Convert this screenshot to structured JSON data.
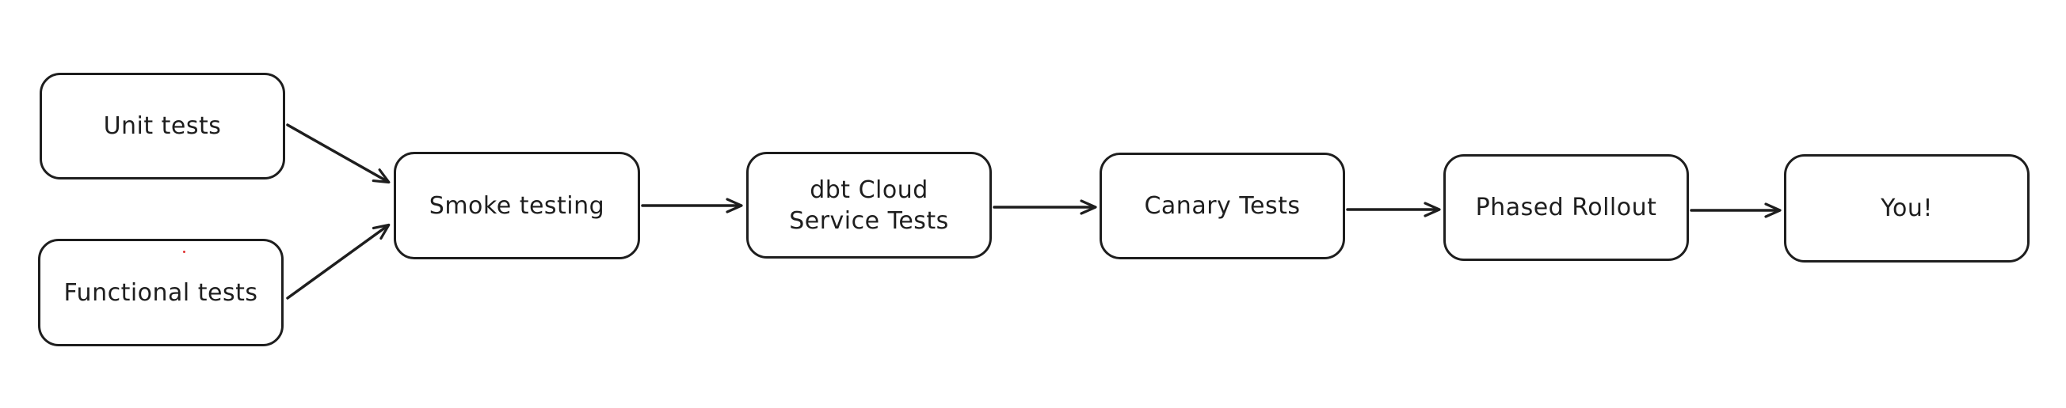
{
  "page": {
    "background_color": "#ffffff"
  },
  "diagram": {
    "type": "flowchart",
    "style": "hand-drawn",
    "stroke_color": "#1e1e1e",
    "node_fill_color": "#ffffff",
    "stray_dot_color": "#e03131",
    "nodes": [
      {
        "id": "unit-tests",
        "label": "Unit tests"
      },
      {
        "id": "functional-tests",
        "label": "Functional tests"
      },
      {
        "id": "smoke-testing",
        "label": "Smoke testing"
      },
      {
        "id": "dbt-cloud-service-tests",
        "label": "dbt Cloud\nService Tests"
      },
      {
        "id": "canary-tests",
        "label": "Canary Tests"
      },
      {
        "id": "phased-rollout",
        "label": "Phased Rollout"
      },
      {
        "id": "you",
        "label": "You!"
      }
    ],
    "edges": [
      {
        "from": "unit-tests",
        "to": "smoke-testing"
      },
      {
        "from": "functional-tests",
        "to": "smoke-testing"
      },
      {
        "from": "smoke-testing",
        "to": "dbt-cloud-service-tests"
      },
      {
        "from": "dbt-cloud-service-tests",
        "to": "canary-tests"
      },
      {
        "from": "canary-tests",
        "to": "phased-rollout"
      },
      {
        "from": "phased-rollout",
        "to": "you"
      }
    ]
  }
}
